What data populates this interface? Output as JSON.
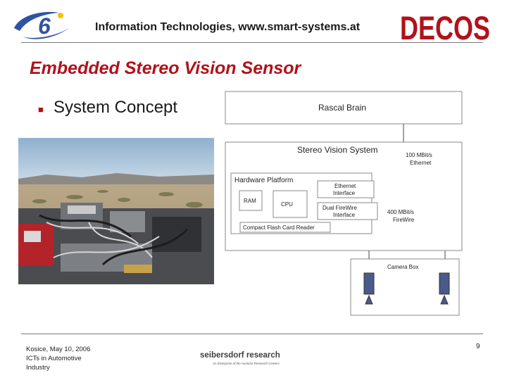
{
  "header": {
    "title": "Information Technologies, www.smart-systems.at",
    "logo_text": "DECOS",
    "logo_color": "#b1121b",
    "fp6_logo_text": "6"
  },
  "slide": {
    "title": "Embedded Stereo Vision Sensor",
    "bullet": "System Concept",
    "accent_color": "#b1121b"
  },
  "diagram": {
    "rascal_brain": "Rascal Brain",
    "stereo_vision_system": "Stereo Vision System",
    "hardware_platform": "Hardware Platform",
    "ram": "RAM",
    "cpu": "CPU",
    "ethernet_interface": [
      "Ethernet",
      "Interface"
    ],
    "firewire_interface": [
      "Dual FireWire",
      "Interface"
    ],
    "compact_flash": "Compact Flash Card Reader",
    "ethernet_link": [
      "100 MBit/s",
      "Ethernet"
    ],
    "firewire_link": [
      "400 MBit/s",
      "FireWire"
    ],
    "camera_box": "Camera Box"
  },
  "footer": {
    "lines": [
      "Kosice, May 10, 2006",
      "ICTs in Automotive",
      "Industry"
    ],
    "logo_text": "seibersdorf research",
    "logo_tagline": "An Enterprise of the Austrian Research Centers",
    "page_number": "9"
  }
}
